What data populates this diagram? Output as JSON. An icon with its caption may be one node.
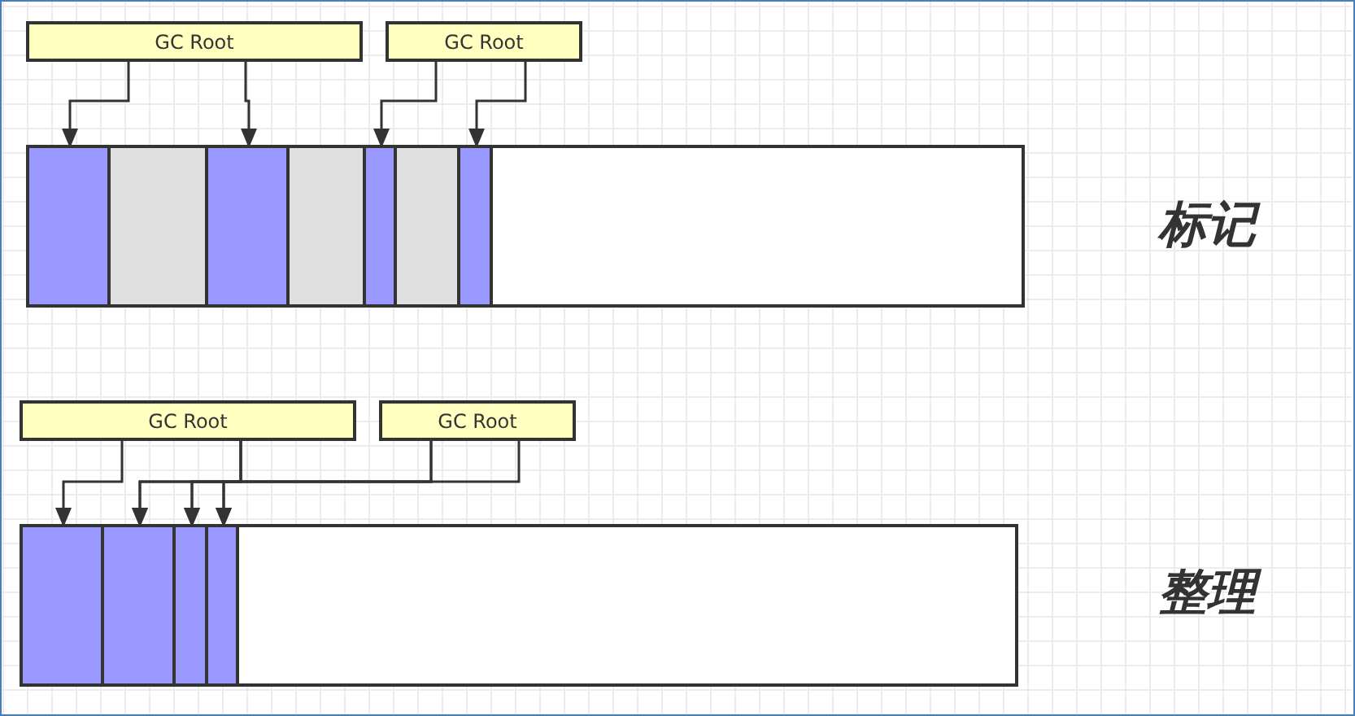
{
  "diagram": {
    "nodes": [
      {
        "text": [
          "GC Root"
        ]
      },
      {
        "text": [
          "GC Root"
        ]
      },
      {
        "text": [],
        "shape": "box"
      },
      {
        "text": [],
        "shape": "box",
        "in": 2
      },
      {
        "text": [],
        "shape": "box",
        "in": 2
      },
      {
        "text": [],
        "shape": "box",
        "in": 2
      },
      {
        "text": [],
        "shape": "box",
        "in": 2
      },
      {
        "text": [],
        "shape": "box",
        "in": 2
      },
      {
        "text": [],
        "shape": "box",
        "in": 2
      },
      {
        "text": [],
        "shape": "box",
        "in": 2
      },
      {
        "text": [
          "GC Root"
        ]
      },
      {
        "text": [
          "GC Root"
        ]
      },
      {
        "text": [],
        "shape": "box"
      },
      {
        "text": [],
        "shape": "box",
        "in": 12
      },
      {
        "text": [],
        "shape": "box",
        "in": 12
      },
      {
        "text": [],
        "shape": "box",
        "in": 12
      },
      {
        "text": [],
        "shape": "box",
        "in": 12
      }
    ],
    "edges": [
      {
        "from": 0,
        "to": 3,
        "arrow": "to"
      },
      {
        "from": 0,
        "to": 5,
        "arrow": "to"
      },
      {
        "from": 1,
        "to": 7,
        "arrow": "to"
      },
      {
        "from": 1,
        "to": 9,
        "arrow": "to"
      },
      {
        "from": 10,
        "to": 13,
        "arrow": "to"
      },
      {
        "from": 10,
        "to": 14,
        "arrow": "to"
      },
      {
        "from": 10,
        "to": 15,
        "arrow": "to"
      },
      {
        "from": 10,
        "to": 16,
        "arrow": "to"
      },
      {
        "from": 11,
        "to": 14,
        "arrow": "to"
      },
      {
        "from": 11,
        "to": 15,
        "arrow": "to"
      },
      {
        "from": 11,
        "to": 16,
        "arrow": "to"
      }
    ],
    "labels": [
      "标记",
      "整理"
    ]
  }
}
